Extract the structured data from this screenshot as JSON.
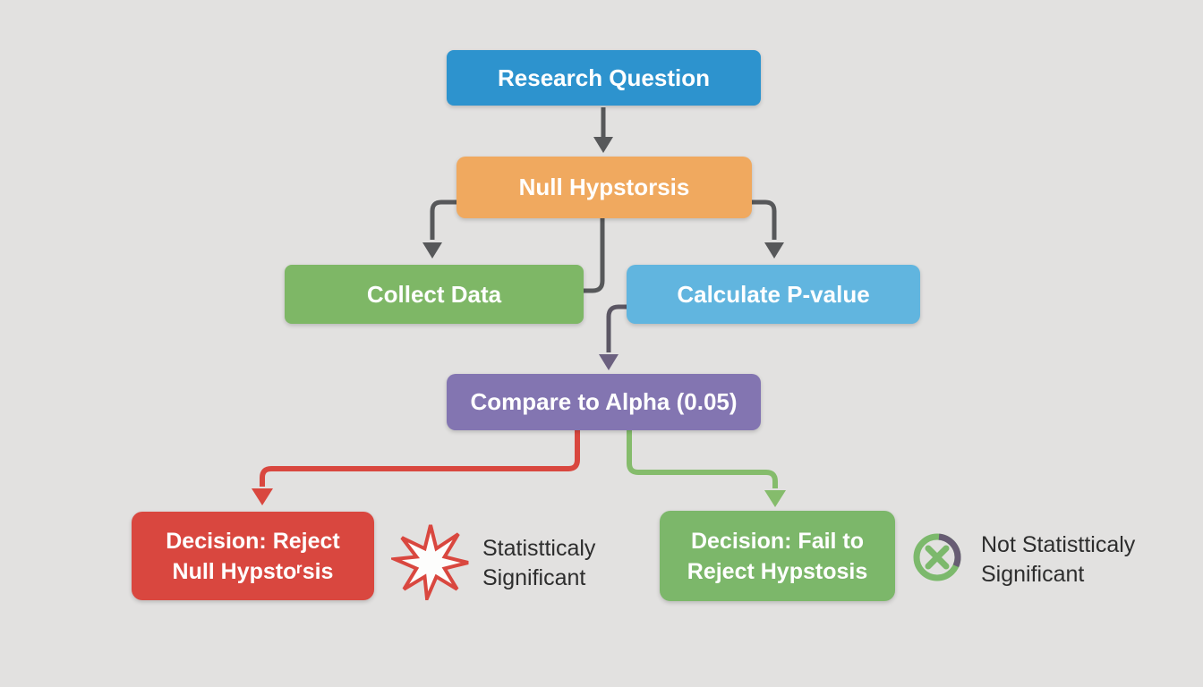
{
  "flowchart": {
    "nodes": [
      {
        "label": "Research Question",
        "color": "#2D93CE"
      },
      {
        "label": "Null Hypstorsis",
        "color": "#F0A95F"
      },
      {
        "label": "Collect Data",
        "color": "#7EB766"
      },
      {
        "label": "Calculate P-value",
        "color": "#61B5DF"
      },
      {
        "label": "Compare to Alpha (0.05)",
        "color": "#8375B1"
      },
      {
        "label_line1": "Decision: Reject",
        "label_line2": "Null Hypstoʳsis",
        "color": "#D9473F"
      },
      {
        "label_line1": "Decision: Fail to",
        "label_line2": "Reject Hypstosis",
        "color": "#7CB76A"
      }
    ],
    "annotations": [
      {
        "icon": "starburst-icon",
        "line1": "Statistticaly",
        "line2": "Significant"
      },
      {
        "icon": "circle-x-icon",
        "line1": "Not Statistticaly",
        "line2": "Significant"
      }
    ],
    "colors": {
      "background": "#E2E1E0",
      "connector_gray": "#57585A",
      "connector_purple_head": "#6C6180",
      "connector_purple_line": "#5B5663",
      "connector_red": "#D9473F",
      "connector_green": "#85BC6C",
      "icon_star_red": "#D9473F",
      "icon_star_fill": "#FDFDFC",
      "icon_ring_green": "#7CB96C",
      "icon_ring_dark_arc": "#675C73",
      "label_text": "#2D2D2D",
      "node_text": "#FFFFFF"
    }
  }
}
